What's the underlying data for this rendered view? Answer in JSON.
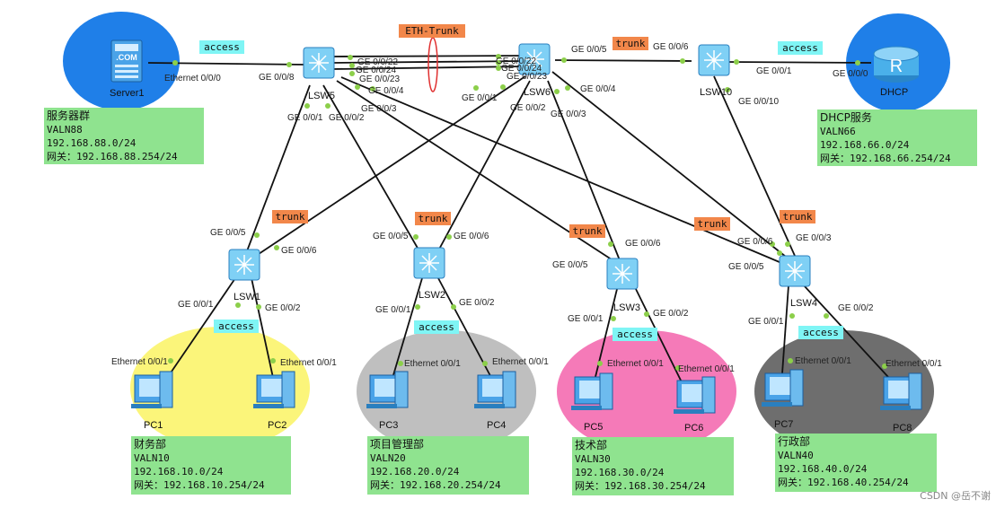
{
  "devices": {
    "server1": "Server1",
    "dhcp": "DHCP",
    "lsw5": "LSW5",
    "lsw6": "LSW6",
    "lsw10": "LSW10",
    "lsw1": "LSW1",
    "lsw2": "LSW2",
    "lsw3": "LSW3",
    "lsw4": "LSW4",
    "pc1": "PC1",
    "pc2": "PC2",
    "pc3": "PC3",
    "pc4": "PC4",
    "pc5": "PC5",
    "pc6": "PC6",
    "pc7": "PC7",
    "pc8": "PC8"
  },
  "server_icon_text": ".COM",
  "dhcp_icon_text": "R",
  "tags": {
    "access": "access",
    "trunk": "trunk",
    "eth_trunk": "ETH-Trunk"
  },
  "ports": {
    "server1_eth": "Ethernet 0/0/0",
    "lsw5_g8": "GE 0/0/8",
    "lsw5_g22": "GE 0/0/22",
    "lsw5_g24": "GE 0/0/24",
    "lsw5_g23": "GE 0/0/23",
    "lsw5_g4": "GE 0/0/4",
    "lsw5_g3": "GE 0/0/3",
    "lsw5_g1": "GE 0/0/1",
    "lsw5_g2": "GE 0/0/2",
    "lsw6_g22": "GE 0/0/22",
    "lsw6_g24": "GE 0/0/24",
    "lsw6_g23": "GE 0/0/23",
    "lsw6_g5": "GE 0/0/5",
    "lsw6_g4": "GE 0/0/4",
    "lsw6_g1": "GE 0/0/1",
    "lsw6_g2": "GE 0/0/2",
    "lsw6_g3": "GE 0/0/3",
    "lsw10_g6": "GE 0/0/6",
    "lsw10_g1": "GE 0/0/1",
    "lsw10_g10": "GE 0/0/10",
    "dhcp_g0": "GE 0/0/0",
    "lsw1_g5": "GE 0/0/5",
    "lsw1_g6": "GE 0/0/6",
    "lsw1_g1": "GE 0/0/1",
    "lsw1_g2": "GE 0/0/2",
    "lsw2_g5": "GE 0/0/5",
    "lsw2_g6": "GE 0/0/6",
    "lsw2_g1": "GE 0/0/1",
    "lsw2_g2": "GE 0/0/2",
    "lsw3_g6": "GE 0/0/6",
    "lsw3_g5": "GE 0/0/5",
    "lsw3_g1": "GE 0/0/1",
    "lsw3_g2": "GE 0/0/2",
    "lsw4_g6": "GE 0/0/6",
    "lsw4_g3": "GE 0/0/3",
    "lsw4_g5": "GE 0/0/5",
    "lsw4_g1": "GE 0/0/1",
    "lsw4_g2": "GE 0/0/2",
    "pc_eth": "Ethernet 0/0/1"
  },
  "info_boxes": {
    "server": {
      "title": "服务器群",
      "vlan": "VALN88",
      "subnet": "192.168.88.0/24",
      "gateway": "网关：192.168.88.254/24"
    },
    "dhcp": {
      "title": "DHCP服务",
      "vlan": "VALN66",
      "subnet": "192.168.66.0/24",
      "gateway": "网关：192.168.66.254/24"
    },
    "finance": {
      "title": "财务部",
      "vlan": "VALN10",
      "subnet": "192.168.10.0/24",
      "gateway": "网关：192.168.10.254/24"
    },
    "project": {
      "title": "项目管理部",
      "vlan": "VALN20",
      "subnet": "192.168.20.0/24",
      "gateway": "网关：192.168.20.254/24"
    },
    "tech": {
      "title": "技术部",
      "vlan": "VALN30",
      "subnet": "192.168.30.0/24",
      "gateway": "网关：192.168.30.254/24"
    },
    "admin": {
      "title": "行政部",
      "vlan": "VALN40",
      "subnet": "192.168.40.0/24",
      "gateway": "网关：192.168.40.254/24"
    }
  },
  "colors": {
    "server_zone": "#1f7fe8",
    "dhcp_zone": "#1f7fe8",
    "finance_zone": "#fbf57a",
    "project_zone": "#bfbfbf",
    "tech_zone": "#f57ab8",
    "admin_zone": "#6e6e6e",
    "info_box": "#8fe38f",
    "access_tag": "#7ff5f5",
    "trunk_tag": "#f2874a",
    "port_dot": "#8ccf4a"
  },
  "watermark": "CSDN @岳不谢"
}
